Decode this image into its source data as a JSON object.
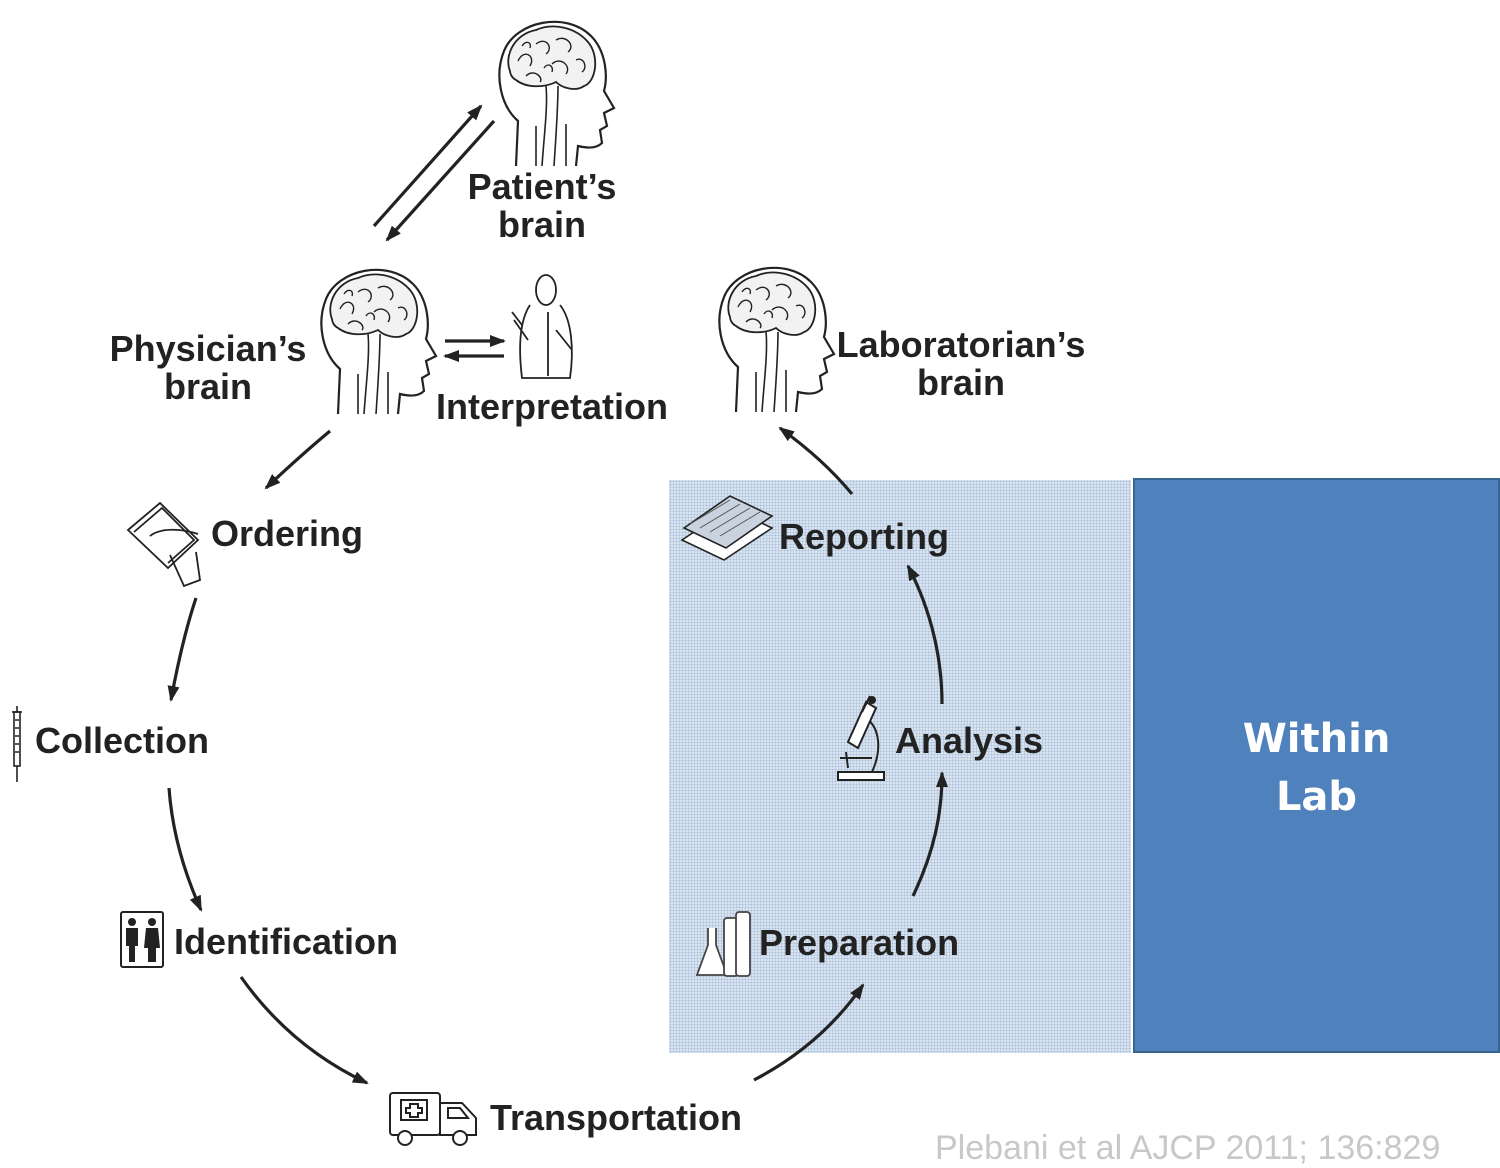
{
  "nodes": {
    "patient_brain": "Patient’s\nbrain",
    "physician_brain": "Physician’s\nbrain",
    "interpretation": "Interpretation",
    "laboratorian_brain": "Laboratorian’s\nbrain",
    "ordering": "Ordering",
    "collection": "Collection",
    "identification": "Identification",
    "transportation": "Transportation",
    "preparation": "Preparation",
    "analysis": "Analysis",
    "reporting": "Reporting"
  },
  "lab_box": {
    "label": "Within\nLab",
    "color": "#4f81bd"
  },
  "lab_zone_color": "#d9e4f1",
  "citation": "Plebani et al AJCP 2011; 136:829",
  "icons": [
    "brain-head-icon",
    "physician-icon",
    "clipboard-icon",
    "syringe-icon",
    "people-icon",
    "ambulance-icon",
    "lab-flask-icon",
    "microscope-icon",
    "papers-icon"
  ]
}
